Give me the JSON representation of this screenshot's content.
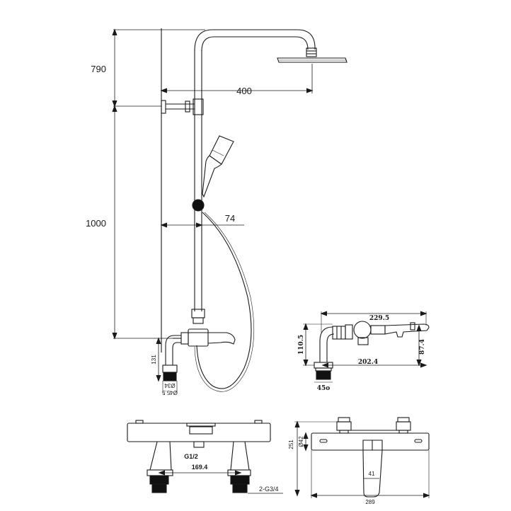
{
  "dimensions": {
    "height_upper": "790",
    "height_lower": "1000",
    "arm_length": "400",
    "holder_offset": "74",
    "spout_height": "131",
    "side_total_width": "229.5",
    "side_height": "110.5",
    "side_spout_drop": "87.4",
    "side_inlet_offset": "202.4",
    "side_inlet_dia": "45o",
    "front_center": "169.4",
    "front_inlet_thread": "G1/2",
    "front_thread": "2-G3/4",
    "top_height": "251",
    "top_dia": "Ø42",
    "top_spout_width": "41",
    "top_total_width": "289",
    "pipe_dia_a": "Ø34",
    "pipe_dia_b": "Ø45.5"
  },
  "colors": {
    "line": "#1a1a1a",
    "fill_dark": "#111111"
  }
}
